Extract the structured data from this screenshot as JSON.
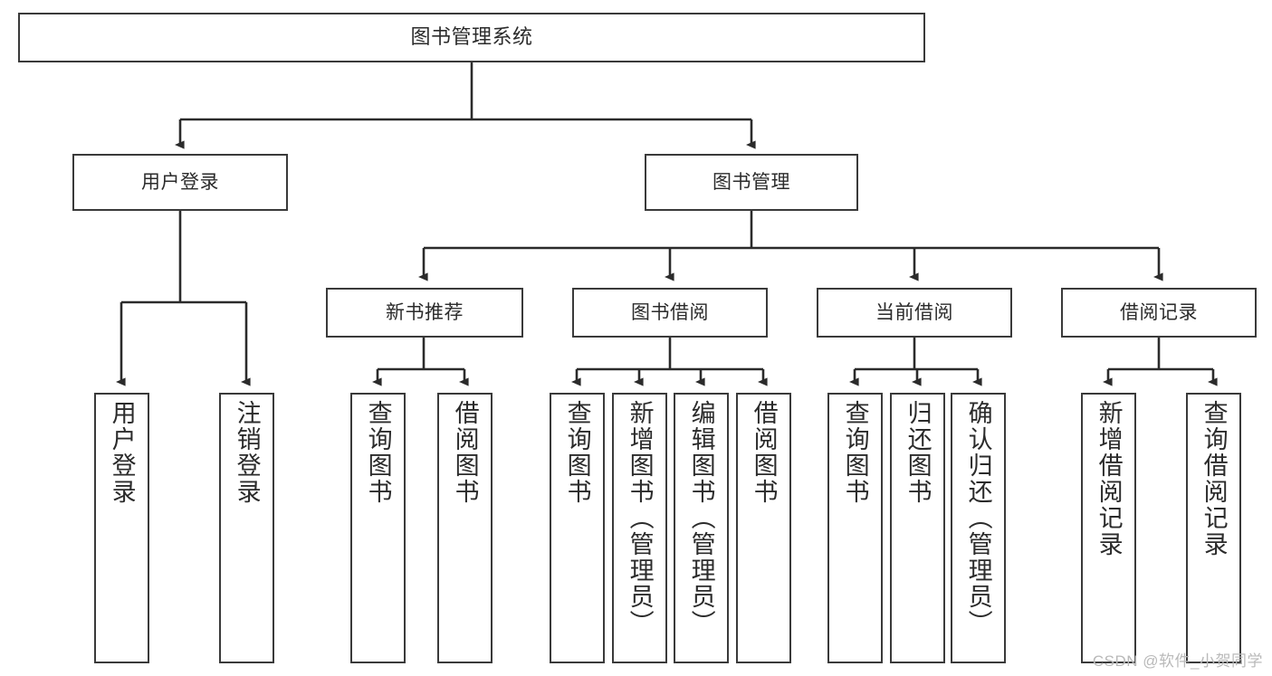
{
  "diagram": {
    "type": "tree-hierarchy-chart",
    "title": "图书管理系统",
    "colors": {
      "box_border": "#3a3a3a",
      "box_fill": "#ffffff",
      "text": "#2b2b2b",
      "connector": "#2b2b2b",
      "watermark": "#b9b9b9"
    },
    "root": {
      "label": "图书管理系统"
    },
    "level1": [
      {
        "label": "用户登录"
      },
      {
        "label": "图书管理"
      }
    ],
    "level2": [
      {
        "label": "新书推荐"
      },
      {
        "label": "图书借阅"
      },
      {
        "label": "当前借阅"
      },
      {
        "label": "借阅记录"
      }
    ],
    "leaves": {
      "user_login": [
        {
          "label": "用户登录"
        },
        {
          "label": "注销登录"
        }
      ],
      "new_book_recommend": [
        {
          "label": "查询图书"
        },
        {
          "label": "借阅图书"
        }
      ],
      "book_borrow": [
        {
          "label": "查询图书"
        },
        {
          "label": "新增图书（管理员）"
        },
        {
          "label": "编辑图书（管理员）"
        },
        {
          "label": "借阅图书"
        }
      ],
      "current_borrow": [
        {
          "label": "查询图书"
        },
        {
          "label": "归还图书"
        },
        {
          "label": "确认归还（管理员）"
        }
      ],
      "borrow_record": [
        {
          "label": "新增借阅记录"
        },
        {
          "label": "查询借阅记录"
        }
      ]
    }
  },
  "watermark": {
    "text": "CSDN @软件_小贺同学"
  }
}
